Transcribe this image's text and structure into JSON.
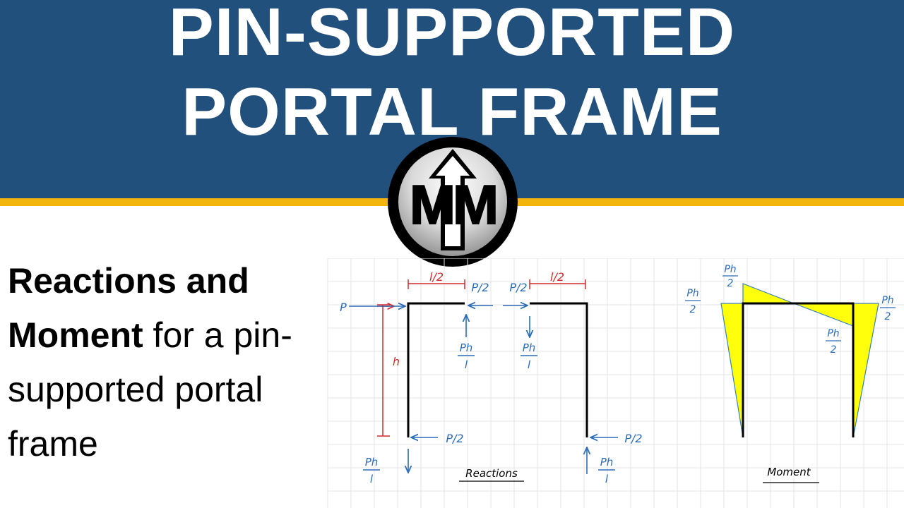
{
  "title": {
    "line1": "PIN-SUPPORTED",
    "line2": "PORTAL FRAME"
  },
  "subtitle": {
    "bold": "Reactions and Moment",
    "rest": " for a pin-supported portal frame"
  },
  "logo": {
    "text": "MM",
    "icon": "up-arrow-icon"
  },
  "reactions": {
    "caption": "Reactions",
    "load": "P",
    "height": "h",
    "half_span_num": "l",
    "half_span_den": "2",
    "half_load_num": "P",
    "half_load_den": "2",
    "ph_num": "Ph",
    "ph_den": "l"
  },
  "moment": {
    "caption": "Moment",
    "ph_num": "Ph",
    "ph_den": "2"
  },
  "colors": {
    "banner": "#22507d",
    "stripe": "#f3b50d",
    "dimension": "#d42a2a",
    "force": "#2b6cb8",
    "moment_fill": "#ffff0c"
  }
}
